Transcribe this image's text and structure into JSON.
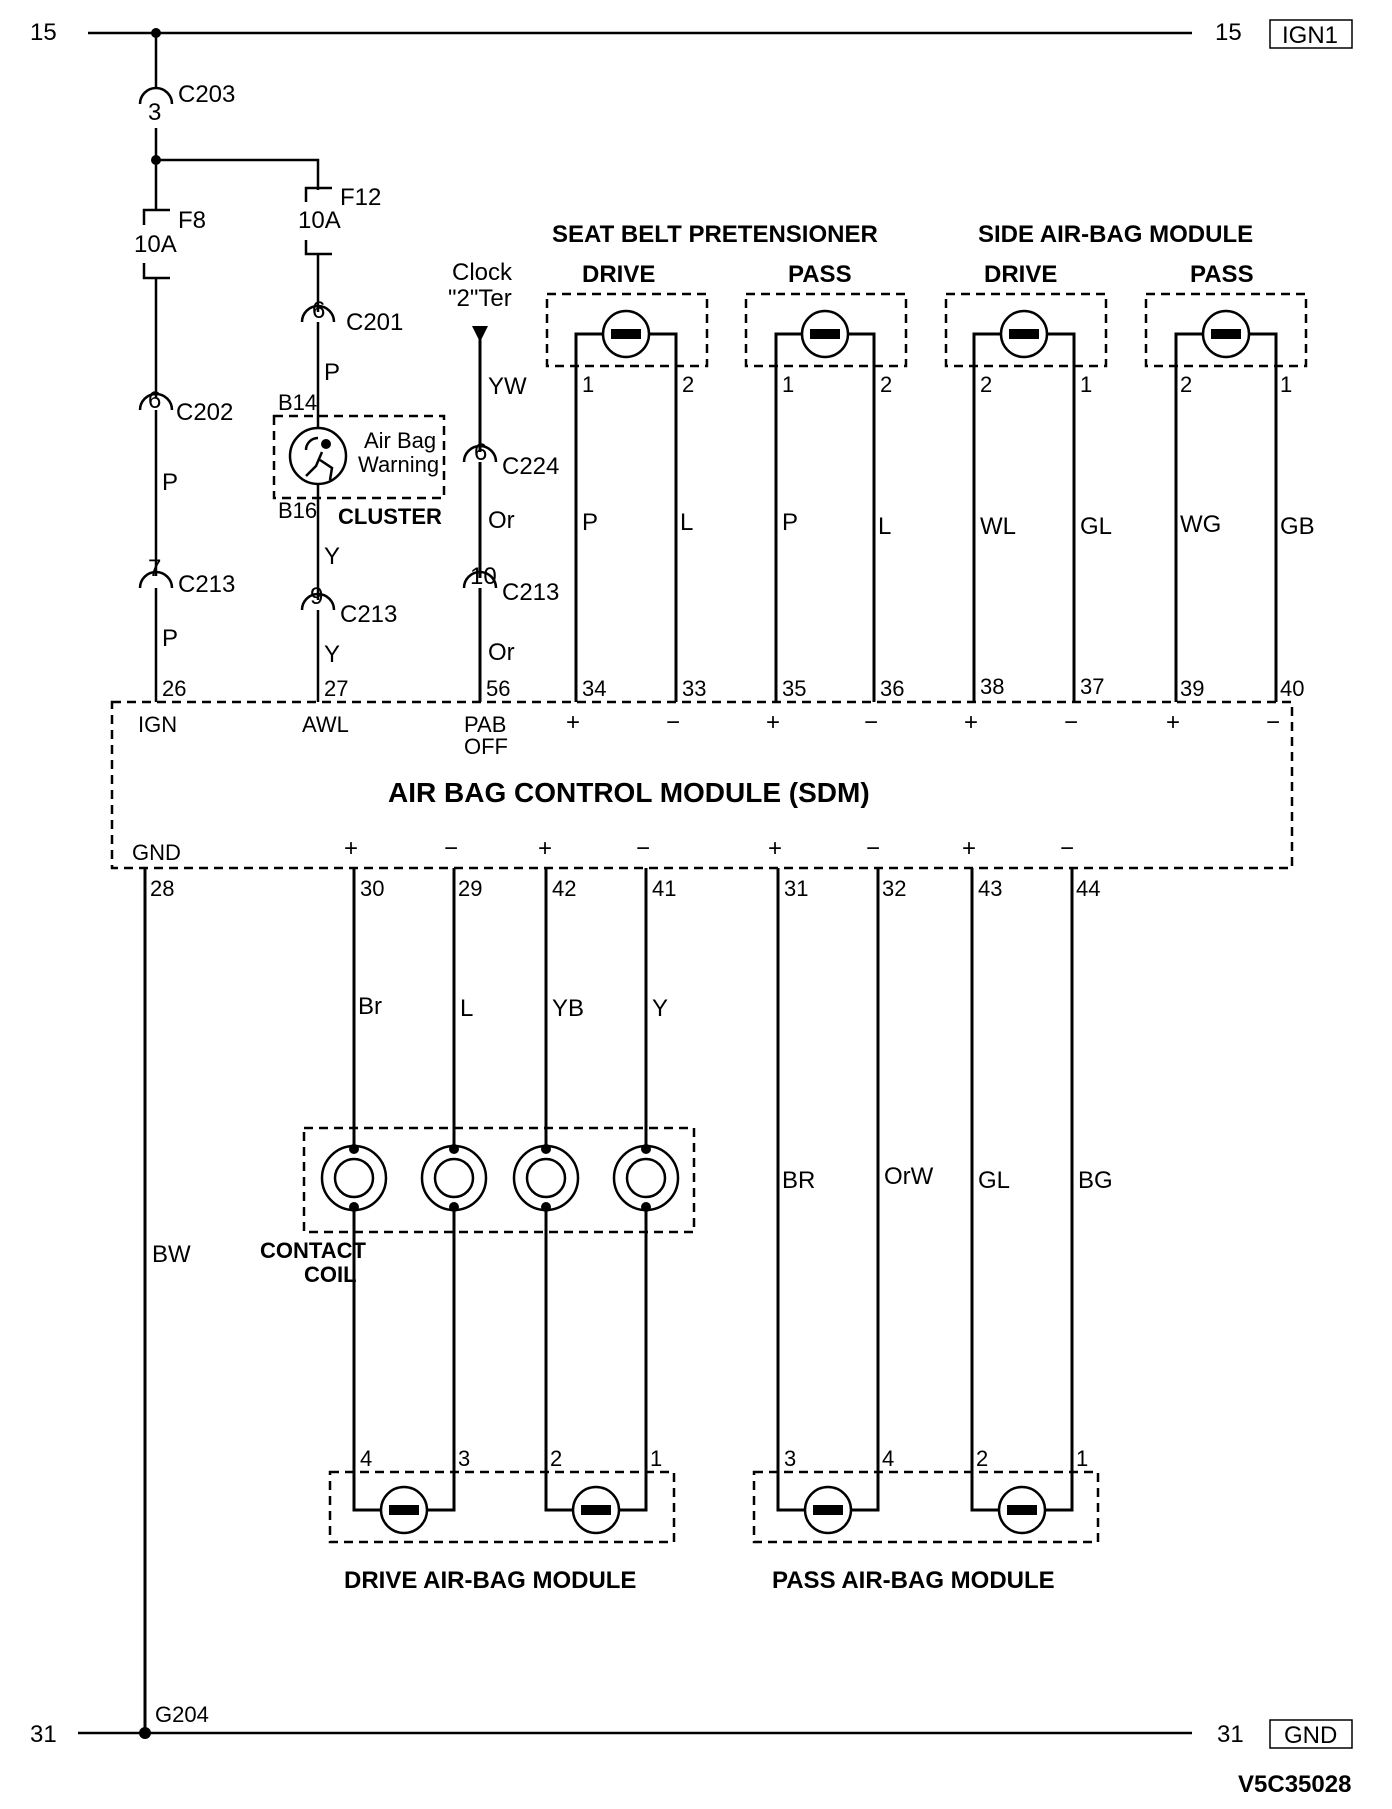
{
  "rails": {
    "top_left_num": "15",
    "top_right_num": "15",
    "top_box": "IGN1",
    "bottom_left_num": "31",
    "bottom_right_num": "31",
    "bottom_box": "GND",
    "ground_label": "G204",
    "doc_id": "V5C35028"
  },
  "connectors": {
    "c203_pin": "3",
    "c203": "C203",
    "f8": "F8",
    "f8_amp": "10A",
    "f12": "F12",
    "f12_amp": "10A",
    "c201_pin": "6",
    "c201": "C201",
    "c202_pin": "6",
    "c202": "C202",
    "c213a_pin": "7",
    "c213a": "C213",
    "c213b_pin": "9",
    "c213b": "C213",
    "c224_pin": "6",
    "c224": "C224",
    "c213c_pin": "10",
    "c213c": "C213"
  },
  "cluster": {
    "pin_top": "B14",
    "pin_bottom": "B16",
    "line1": "Air Bag",
    "line2": "Warning",
    "label": "CLUSTER"
  },
  "clock": {
    "line1": "Clock",
    "line2": "\"2\"Ter"
  },
  "wire_colors": {
    "ign_1": "P",
    "ign_2": "P",
    "awl_1": "P",
    "awl_2": "Y",
    "awl_3": "Y",
    "pab_1": "YW",
    "pab_2": "Or",
    "pab_3": "Or",
    "sbp_drive_a": "P",
    "sbp_drive_b": "L",
    "sbp_pass_a": "P",
    "sbp_pass_b": "L",
    "sab_drive_a": "WL",
    "sab_drive_b": "GL",
    "sab_pass_a": "WG",
    "sab_pass_b": "GB",
    "gnd": "BW",
    "d30": "Br",
    "d29": "L",
    "d42": "YB",
    "d41": "Y",
    "p31": "BR",
    "p32": "OrW",
    "p43": "GL",
    "p44": "BG"
  },
  "headers": {
    "seat_belt": "SEAT BELT PRETENSIONER",
    "side_airbag": "SIDE AIR-BAG MODULE",
    "drive_1": "DRIVE",
    "pass_1": "PASS",
    "drive_2": "DRIVE",
    "pass_2": "PASS"
  },
  "device_pins": {
    "sbp_drive": [
      "1",
      "2"
    ],
    "sbp_pass": [
      "1",
      "2"
    ],
    "sab_drive": [
      "2",
      "1"
    ],
    "sab_pass": [
      "2",
      "1"
    ],
    "drive_module": [
      "4",
      "3",
      "2",
      "1"
    ],
    "pass_module": [
      "3",
      "4",
      "2",
      "1"
    ]
  },
  "sdm": {
    "title": "AIR BAG CONTROL MODULE (SDM)",
    "top_pins": [
      "26",
      "27",
      "56",
      "34",
      "33",
      "35",
      "36",
      "38",
      "37",
      "39",
      "40"
    ],
    "top_labels": {
      "ign": "IGN",
      "awl": "AWL",
      "pab1": "PAB",
      "pab2": "OFF"
    },
    "top_polarity": [
      "+",
      "−",
      "+",
      "−",
      "+",
      "−",
      "+",
      "−"
    ],
    "bottom_pins": [
      "28",
      "30",
      "29",
      "42",
      "41",
      "31",
      "32",
      "43",
      "44"
    ],
    "gnd_label": "GND",
    "bottom_polarity": [
      "+",
      "−",
      "+",
      "−",
      "+",
      "−",
      "+",
      "−"
    ]
  },
  "modules": {
    "contact_coil_1": "CONTACT",
    "contact_coil_2": "COIL",
    "drive_module": "DRIVE AIR-BAG MODULE",
    "pass_module": "PASS AIR-BAG MODULE"
  }
}
